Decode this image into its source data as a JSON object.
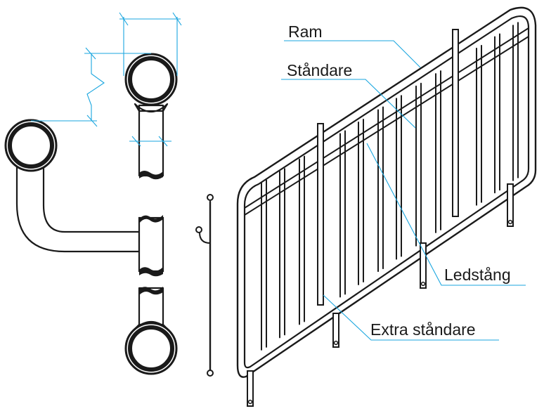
{
  "labels": {
    "ram": "Ram",
    "standare": "Ståndare",
    "ledstang": "Ledstång",
    "extra_standare": "Extra ståndare"
  },
  "colors": {
    "line": "#1a1a1a",
    "leader": "#1aa6df",
    "tube_fill": "#ffffff"
  }
}
